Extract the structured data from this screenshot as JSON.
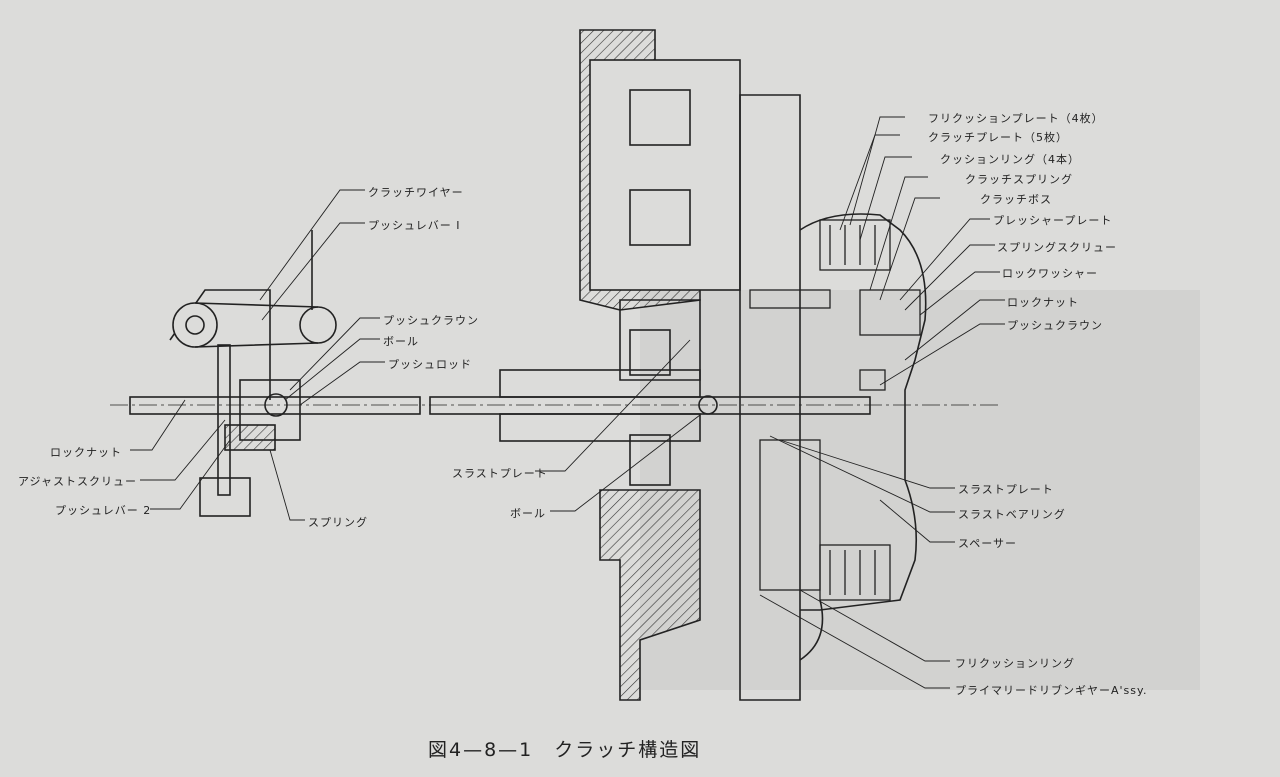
{
  "figure": {
    "caption": "図4—8—1　クラッチ構造図",
    "labels_left": {
      "clutch_wire": "クラッチワイヤー",
      "push_lever_1": "プッシュレバー I",
      "push_crown": "プッシュクラウン",
      "ball": "ボール",
      "push_rod": "プッシュロッド",
      "lock_nut": "ロックナット",
      "adjust_screw": "アジャストスクリュー",
      "push_lever_2": "プッシュレバー 2",
      "spring": "スプリング",
      "thrust_plate": "スラストプレート",
      "ball_2": "ボール"
    },
    "labels_right": {
      "friction_plate": "フリクッションプレート（4枚）",
      "clutch_plate": "クラッチプレート（5枚）",
      "cushion_ring": "クッションリング（4本）",
      "clutch_spring": "クラッチスプリング",
      "clutch_boss": "クラッチボス",
      "pressure_plate": "プレッシャープレート",
      "spring_screw": "スプリングスクリュー",
      "lock_washer": "ロックワッシャー",
      "lock_nut": "ロックナット",
      "push_crown": "プッシュクラウン",
      "thrust_plate": "スラストプレート",
      "thrust_bearing": "スラストベアリング",
      "spacer": "スペーサー",
      "friction_ring": "フリクッションリング",
      "primary_driven_gear": "プライマリードリブンギヤーA'ssy."
    }
  }
}
